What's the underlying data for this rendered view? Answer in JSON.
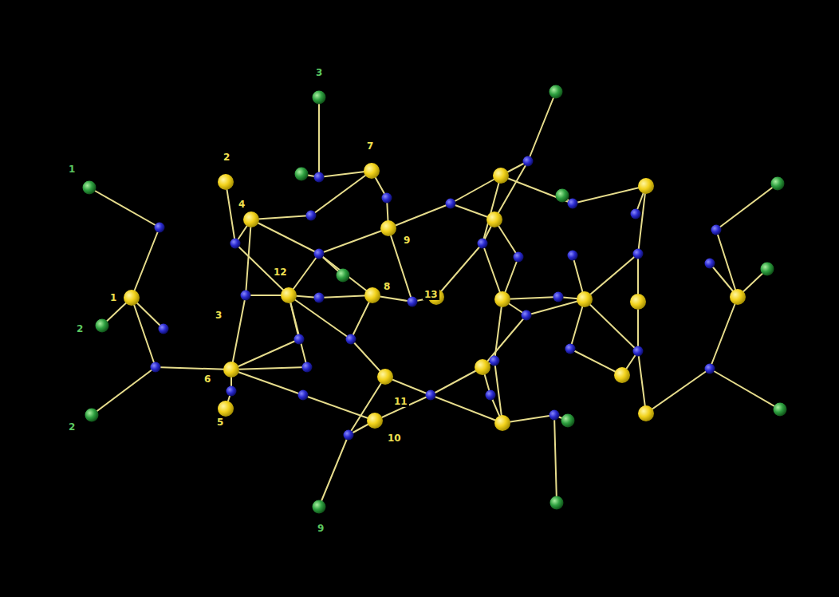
{
  "diagram": {
    "labels": [
      "1",
      "2",
      "3",
      "7",
      "4",
      "9",
      "1",
      "12",
      "8",
      "13",
      "3",
      "2",
      "6",
      "5",
      "11",
      "10",
      "2",
      "9"
    ]
  }
}
